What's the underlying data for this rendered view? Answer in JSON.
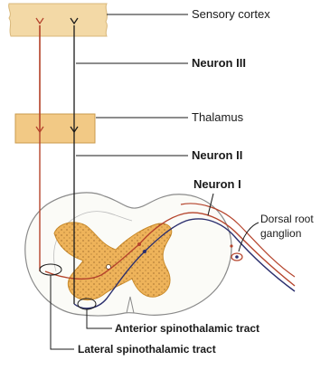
{
  "labels": {
    "sensory_cortex": "Sensory cortex",
    "neuron_iii": "Neuron III",
    "thalamus": "Thalamus",
    "neuron_ii": "Neuron II",
    "neuron_i": "Neuron I",
    "dorsal_root": "Dorsal root",
    "ganglion": "ganglion",
    "anterior_tract": "Anterior spinothalamic tract",
    "lateral_tract": "Lateral spinothalamic tract"
  },
  "colors": {
    "cortex_fill": "#f3d9a6",
    "thalamus_fill": "#f2c985",
    "gray_matter": "#eeb35a",
    "red_pathway": "#b5442c",
    "blue_pathway": "#2b2f6e",
    "black_line": "#1a1a1a"
  }
}
